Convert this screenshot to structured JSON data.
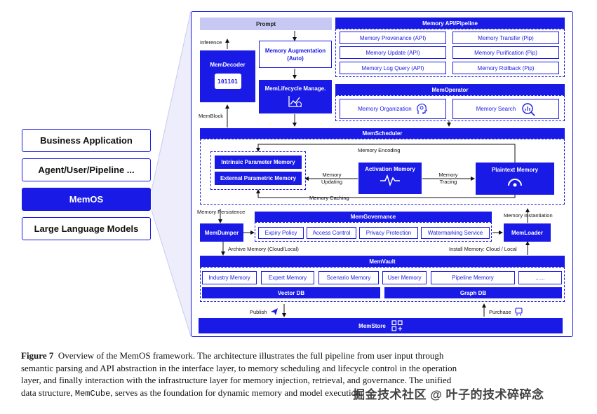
{
  "left_stack": {
    "items": [
      "Business Application",
      "Agent/User/Pipeline ...",
      "MemOS",
      "Large Language Models"
    ]
  },
  "prompt": "Prompt",
  "inference": "Inference",
  "memdecoder": {
    "title": "MemDecoder",
    "binary": "101101"
  },
  "memblock": "MemBlock",
  "memory_augmentation": "Memory Augmentation (Auto)",
  "memlifecycle": "MemLifecycle Manage.",
  "memory_api": {
    "title": "Memory API/Pipeline",
    "items": [
      "Memory Provenance  (API)",
      "Memory Transfer (Pip)",
      "Memory Update (API)",
      "Memory Purification  (Pip)",
      "Memory Log Query  (API)",
      "Memory Rollback  (Pip)"
    ]
  },
  "memoperator": {
    "title": "MemOperator",
    "organization": "Memory Organization",
    "search": "Memory Search"
  },
  "memscheduler": {
    "title": "MemScheduler",
    "memory_encoding": "Memory Encoding",
    "intrinsic": "Intrinsic Parameter Memory",
    "external": "External Parametric Memory",
    "memory_updating": "Memory Updating",
    "activation": "Activation Memory",
    "memory_tracing": "Memory Tracing",
    "plaintext": "Plaintext Memory",
    "memory_caching": "Memory Caching"
  },
  "memory_persistence": "Memory Persistence",
  "memory_instantiation": "Memory Instantiation",
  "memgovernance": {
    "title": "MemGovernance",
    "items": [
      "Expiry Policy",
      "Access Control",
      "Privacy Protection",
      "Watermarking Service"
    ]
  },
  "memdumper": "MemDumper",
  "memloader": "MemLoader",
  "archive_memory": "Archive Memory (Cloud/Local)",
  "install_memory": "Install Memory: Cloud / Local",
  "memvault": {
    "title": "MemVault",
    "items": [
      "Industry Memory",
      "Expert Memory",
      "Scenario Memory",
      "User Memory",
      "Pipeline Memory",
      "......"
    ],
    "vector_db": "Vector DB",
    "graph_db": "Graph DB"
  },
  "publish": "Publish",
  "purchase": "Purchase",
  "memstore": "MemStore",
  "caption": {
    "label": "Figure 7",
    "line1": "Overview of the MemOS framework. The architecture illustrates the full pipeline from user input through",
    "line2": "semantic parsing and API abstraction in the interface layer, to memory scheduling and lifecycle control in the operation",
    "line3": "layer, and finally interaction with the infrastructure layer for memory injection, retrieval, and governance. The unified",
    "line4_a": "data structure,",
    "line4_code": "MemCube",
    "line4_b": ", serves as the foundation for dynamic memory",
    "line4_c": "and model execution."
  },
  "watermark": "掘金技术社区 @ 叶子的技术碎碎念",
  "colors": {
    "accent": "#1a1ae6",
    "prompt_bg": "#c8c8f5"
  }
}
